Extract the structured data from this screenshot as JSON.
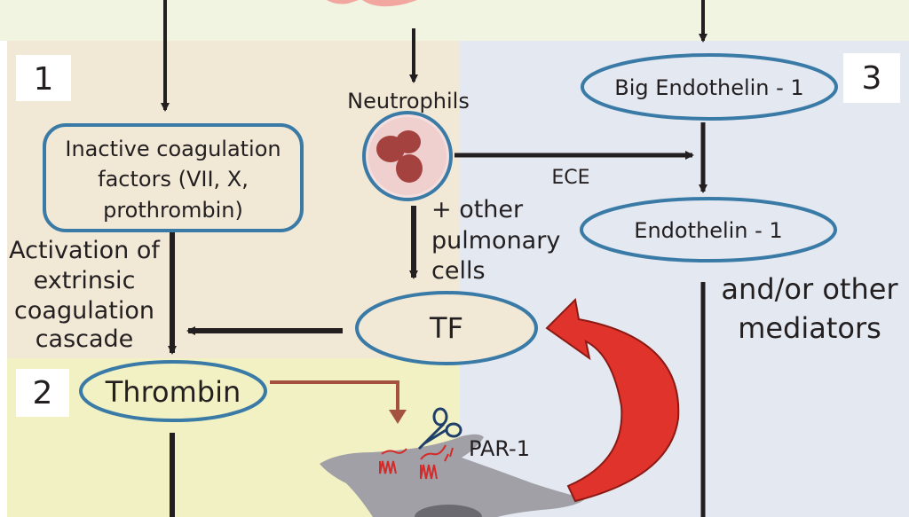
{
  "colors": {
    "band_top": "#f2f4e2",
    "panel_tan": "#f1e8d6",
    "panel_blue": "#e4e9f1",
    "panel_yellow": "#f1f1c3",
    "oval_stroke": "#3a7aa6",
    "arrow": "#231f20",
    "thrombin_arrow": "#a55140",
    "feedback_arrow": "#e0332b",
    "cell_fill": "#a0a0a6",
    "neutrophil_fill": "#f4dede",
    "neutrophil_nucleus": "#a4423f"
  },
  "labels": {
    "num1": "1",
    "num2": "2",
    "num3": "3",
    "neutrophils": "Neutrophils",
    "ece": "ECE",
    "par1": "PAR-1"
  },
  "nodes": {
    "inactive": [
      "Inactive coagulation",
      "factors (VII, X,",
      "prothrombin)"
    ],
    "big_endothelin": "Big Endothelin - 1",
    "endothelin": "Endothelin - 1",
    "tf": "TF",
    "thrombin": "Thrombin"
  },
  "text_blocks": {
    "activation": [
      "Activation of",
      "extrinsic",
      "coagulation",
      "cascade"
    ],
    "other_cells": [
      "+ other",
      "pulmonary",
      "cells"
    ],
    "mediators": [
      "and/or other",
      "mediators"
    ]
  }
}
